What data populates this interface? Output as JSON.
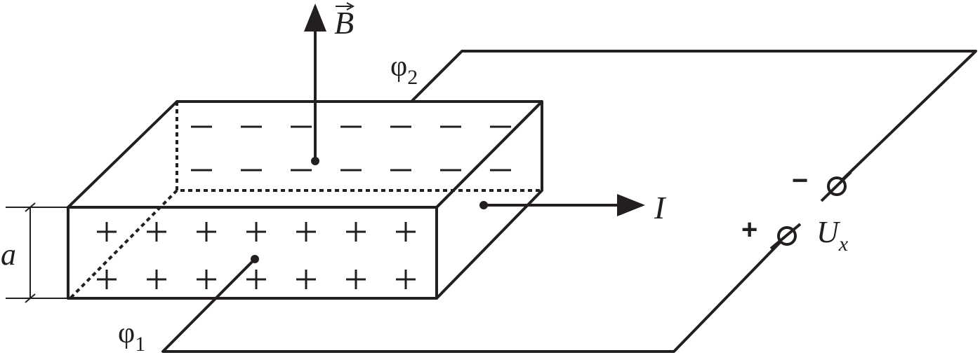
{
  "labels": {
    "field": "B",
    "current": "I",
    "thickness": "a",
    "phi_symbol": "φ",
    "phi1_sub": "1",
    "phi2_sub": "2",
    "voltage_symbol": "U",
    "voltage_sub": "x",
    "plus_terminal": "+",
    "minus_terminal": "−"
  },
  "charges": {
    "positive_rows": 2,
    "positive_per_row": 7,
    "negative_rows": 2,
    "negative_per_row": 7
  },
  "colors": {
    "ink": "#231f20",
    "background": "#ffffff"
  }
}
